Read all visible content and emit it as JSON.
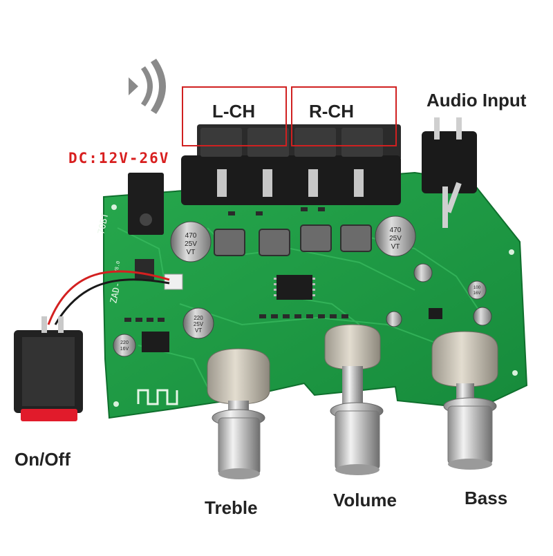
{
  "image": {
    "subject": "stereo amplifier circuit board with bluetooth, power switch and three knobs"
  },
  "labels": {
    "left_channel": "L-CH",
    "right_channel": "R-CH",
    "audio_input": "Audio Input",
    "dc_input": "DC:12V-26V",
    "power_switch": "On/Off",
    "knob_left": "Treble",
    "knob_middle": "Volume",
    "knob_right": "Bass"
  },
  "board_print": {
    "model": "ZAD-",
    "model_suffix": "70BT",
    "version": "V8.0",
    "cap_large_1": [
      "470",
      "25V",
      "VT"
    ],
    "cap_large_2": [
      "470",
      "25V",
      "VT"
    ],
    "cap_mid": [
      "220",
      "25V",
      "VT"
    ],
    "cap_small": [
      "220",
      "16V"
    ],
    "cap_tiny": [
      "100",
      "16V"
    ]
  },
  "colors": {
    "pcb": "#1f9a45",
    "highlight_box": "#d02020",
    "dc_text": "#d81f1f",
    "label_text": "#222222"
  },
  "icons": {
    "wireless": "bluetooth-waves-icon"
  }
}
